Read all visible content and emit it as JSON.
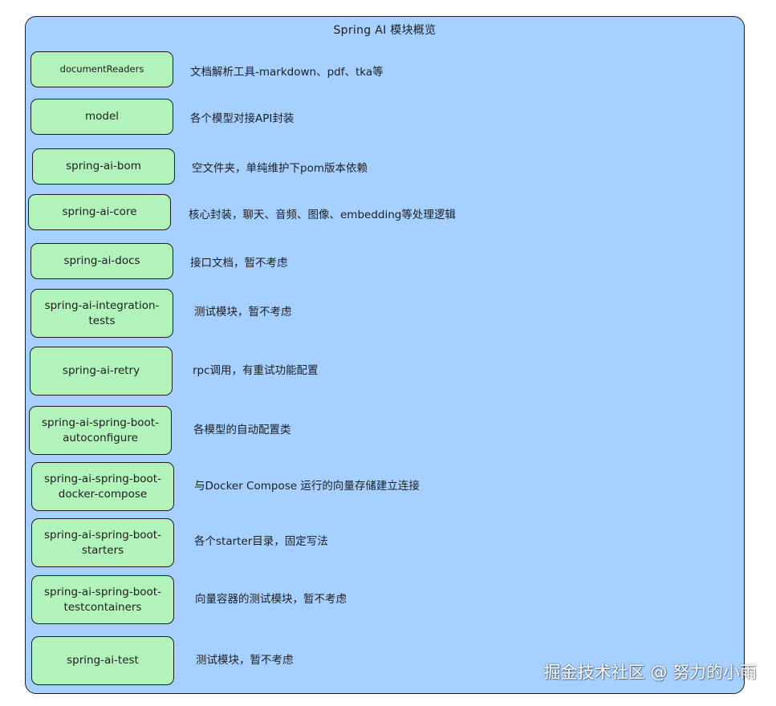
{
  "title": "Spring AI 模块概览",
  "modules": [
    {
      "name": "documentReaders",
      "desc": "文档解析工具-markdown、pdf、tka等"
    },
    {
      "name": "model",
      "desc": "各个模型对接API封装"
    },
    {
      "name": "spring-ai-bom",
      "desc": "空文件夹，单纯维护下pom版本依赖"
    },
    {
      "name": "spring-ai-core",
      "desc": "核心封装，聊天、音频、图像、embedding等处理逻辑"
    },
    {
      "name": "spring-ai-docs",
      "desc": "接口文档，暂不考虑"
    },
    {
      "name": "spring-ai-integration-tests",
      "desc": "测试模块，暂不考虑"
    },
    {
      "name": "spring-ai-retry",
      "desc": "rpc调用，有重试功能配置"
    },
    {
      "name": "spring-ai-spring-boot-autoconfigure",
      "desc": "各模型的自动配置类"
    },
    {
      "name": "spring-ai-spring-boot-docker-compose",
      "desc": "与Docker Compose 运行的向量存储建立连接"
    },
    {
      "name": "spring-ai-spring-boot-starters",
      "desc": "各个starter目录，固定写法"
    },
    {
      "name": "spring-ai-spring-boot-testcontainers",
      "desc": "向量容器的测试模块，暂不考虑"
    },
    {
      "name": "spring-ai-test",
      "desc": "测试模块，暂不考虑"
    }
  ],
  "watermark": "掘金技术社区 @ 努力的小雨",
  "colors": {
    "container_fill": "#a5d0ff",
    "module_fill": "#b2f2bb",
    "stroke": "#1e1e1e"
  }
}
